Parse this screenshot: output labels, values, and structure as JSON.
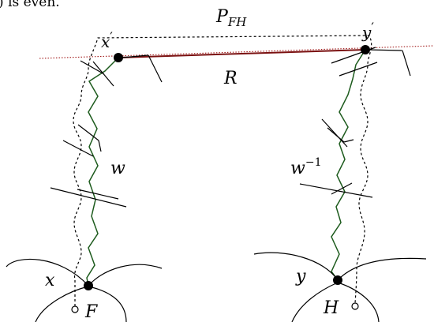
{
  "caption_fragment": ") is even.",
  "labels": {
    "pfh_main": "P",
    "pfh_sub": "FH",
    "x_prime": "x",
    "x_prime_mark": "′",
    "y_prime": "y",
    "y_prime_mark": "′",
    "r": "R",
    "w": "w",
    "w_inv_base": "w",
    "w_inv_exp": "−1",
    "x": "x",
    "y": "y",
    "f": "F",
    "h": "H"
  },
  "colors": {
    "ink": "#000000",
    "path_green": "#1d5b1d",
    "segment_r": "#7a1010",
    "dotted_line": "#a01818"
  }
}
